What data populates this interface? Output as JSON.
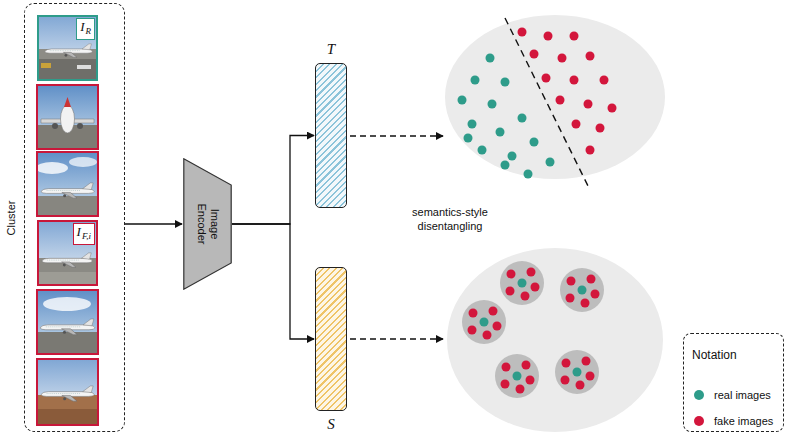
{
  "diagram": {
    "nodes": [
      {
        "text": [
          "Cluster"
        ]
      },
      {
        "text": [
          "I",
          "R"
        ],
        "in": 0
      },
      {
        "text": [
          "I",
          "F,i"
        ],
        "in": 0
      },
      {
        "text": [
          "Image Encoder"
        ]
      },
      {
        "text": [
          "T"
        ]
      },
      {
        "text": [
          "S"
        ]
      }
    ],
    "edges": [
      {
        "from": 0,
        "to": 3,
        "arrow": "to"
      },
      {
        "from": 3,
        "to": 4,
        "arrow": "to"
      },
      {
        "from": 3,
        "to": 5,
        "arrow": "to"
      }
    ],
    "labels": [
      "semantics-style disentangling",
      "Notation"
    ],
    "legend": [
      {
        "text": "real images",
        "color": "#2e9c8a"
      },
      {
        "text": "fake images",
        "color": "#d3163c"
      }
    ]
  }
}
